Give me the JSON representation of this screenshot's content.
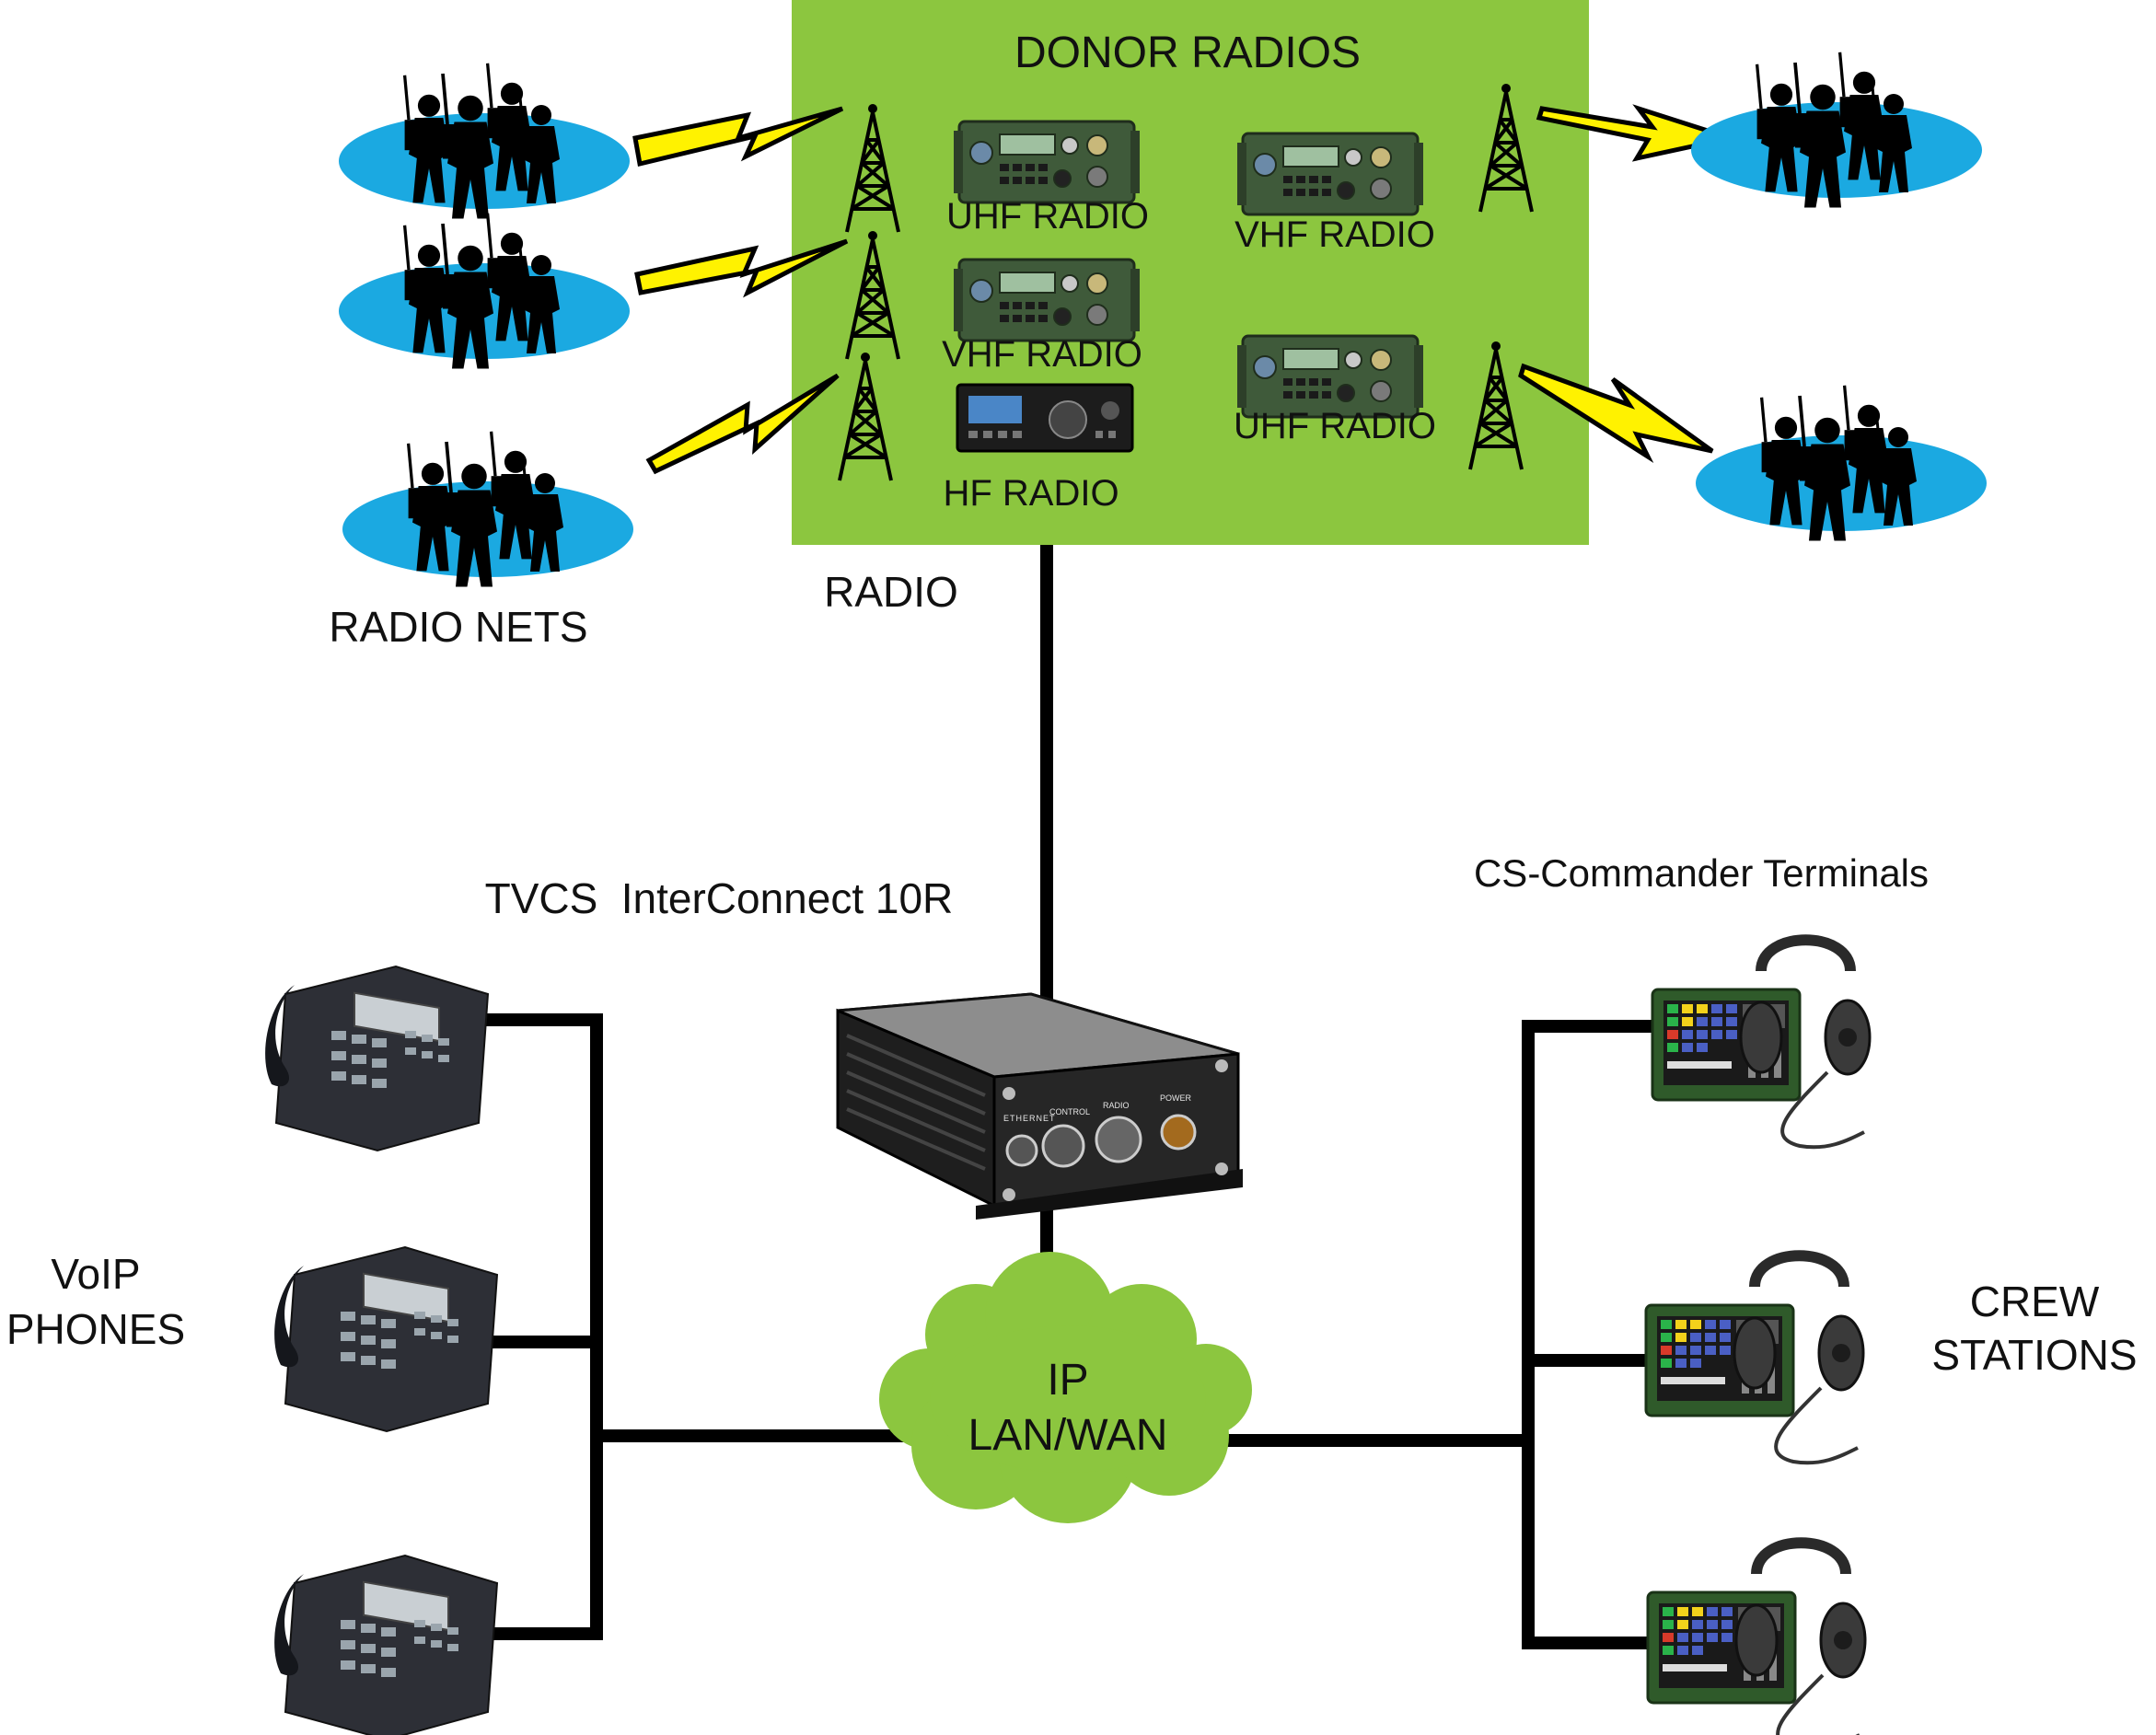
{
  "labels": {
    "donor_radios": "DONOR RADIOS",
    "radio_nets": "RADIO NETS",
    "radio": "RADIO",
    "tvcs": "TVCS",
    "interconnect": "InterConnect 10R",
    "cs_terminals": "CS-Commander Terminals",
    "voip_line1": "VoIP",
    "voip_line2": "PHONES",
    "crew_line1": "CREW",
    "crew_line2": "STATIONS",
    "cloud_line1": "IP",
    "cloud_line2": "LAN/WAN",
    "device_ports": [
      "ETHERNET",
      "CONTROL",
      "RADIO",
      "POWER"
    ]
  },
  "donor_radios": [
    {
      "label": "UHF RADIO"
    },
    {
      "label": "VHF RADIO"
    },
    {
      "label": "VHF RADIO"
    },
    {
      "label": "HF RADIO"
    },
    {
      "label": "UHF RADIO"
    }
  ],
  "colors": {
    "donor_panel": "#8cc63f",
    "cloud": "#8cc63f",
    "radio_net": "#1ba9e1",
    "lightning": "#fff200",
    "line": "#000000"
  }
}
